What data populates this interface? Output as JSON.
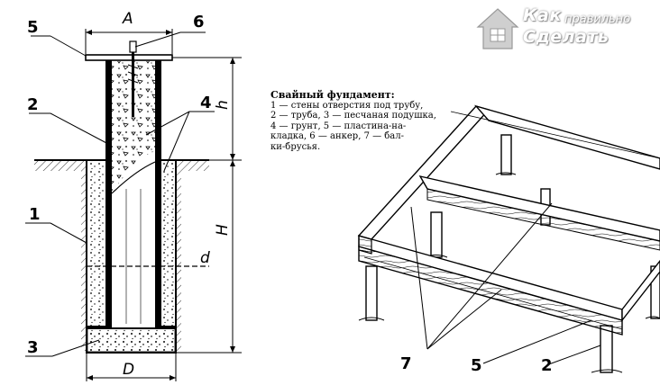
{
  "logo": {
    "line1_a": "Как",
    "line1_b": "правильно",
    "line2": "Сделать"
  },
  "caption": {
    "title": "Свайный фундамент:",
    "lines": [
      "1 — стены отверстия под трубу,",
      "2 — труба, 3 — песчаная подушка,",
      "4 — грунт, 5 — пластина-на-",
      "кладка, 6 — анкер, 7 — бал-",
      "ки-брусья."
    ]
  },
  "section_drawing": {
    "dimensions": {
      "A": "A",
      "h": "h",
      "H": "H",
      "d": "d",
      "D": "D"
    },
    "labels": {
      "l1": "1",
      "l2": "2",
      "l3": "3",
      "l4": "4",
      "l5": "5",
      "l6": "6"
    }
  },
  "frame_drawing": {
    "labels": {
      "l7": "7",
      "l5": "5",
      "l2": "2"
    }
  }
}
